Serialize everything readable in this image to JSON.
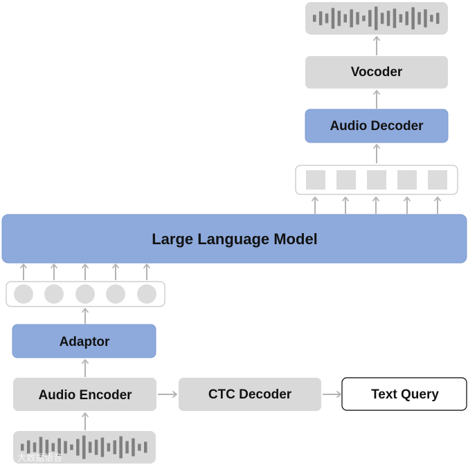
{
  "colors": {
    "blue_box": "#8eaadc",
    "blue_stroke": "#7f9bd0",
    "gray_box": "#d9d9d9",
    "gray_stroke": "#cfcfcf",
    "arrow": "#b3b3b3",
    "token_fill": "#dcdcdc",
    "wave": "#7f7f7f",
    "text": "#111111",
    "white_box_stroke": "#000000"
  },
  "labels": {
    "vocoder": "Vocoder",
    "audio_decoder": "Audio Decoder",
    "llm": "Large Language Model",
    "adaptor": "Adaptor",
    "audio_encoder": "Audio Encoder",
    "ctc_decoder": "CTC Decoder",
    "text_query": "Text Query"
  },
  "icons": {
    "output_waveform": "waveform-icon",
    "input_waveform": "waveform-icon",
    "output_tokens": "square-token-icon",
    "input_tokens": "circle-token-icon"
  },
  "watermark": "© 大数据语音"
}
